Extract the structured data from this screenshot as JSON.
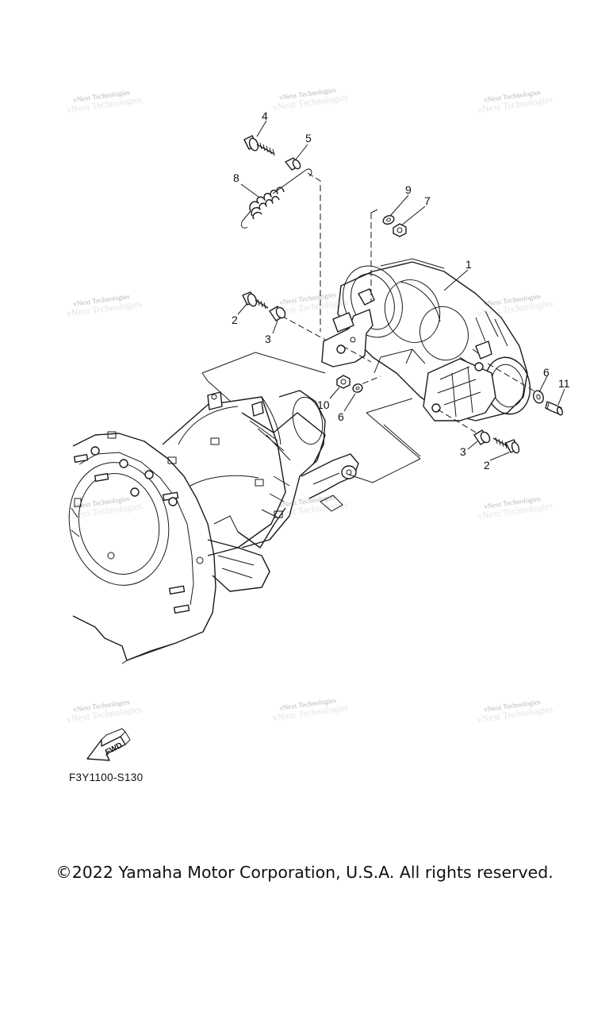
{
  "diagram": {
    "watermark": "vNext Technologies",
    "figure_code": "F3Y1100-S130",
    "direction_arrow": "FWD",
    "copyright": "©2022 Yamaha Motor Corporation, U.S.A. All rights reserved.",
    "callouts": {
      "c1": "1",
      "c2a": "2",
      "c2b": "2",
      "c3a": "3",
      "c3b": "3",
      "c4": "4",
      "c5": "5",
      "c6a": "6",
      "c6b": "6",
      "c7": "7",
      "c8": "8",
      "c9": "9",
      "c10": "10",
      "c11": "11"
    }
  }
}
